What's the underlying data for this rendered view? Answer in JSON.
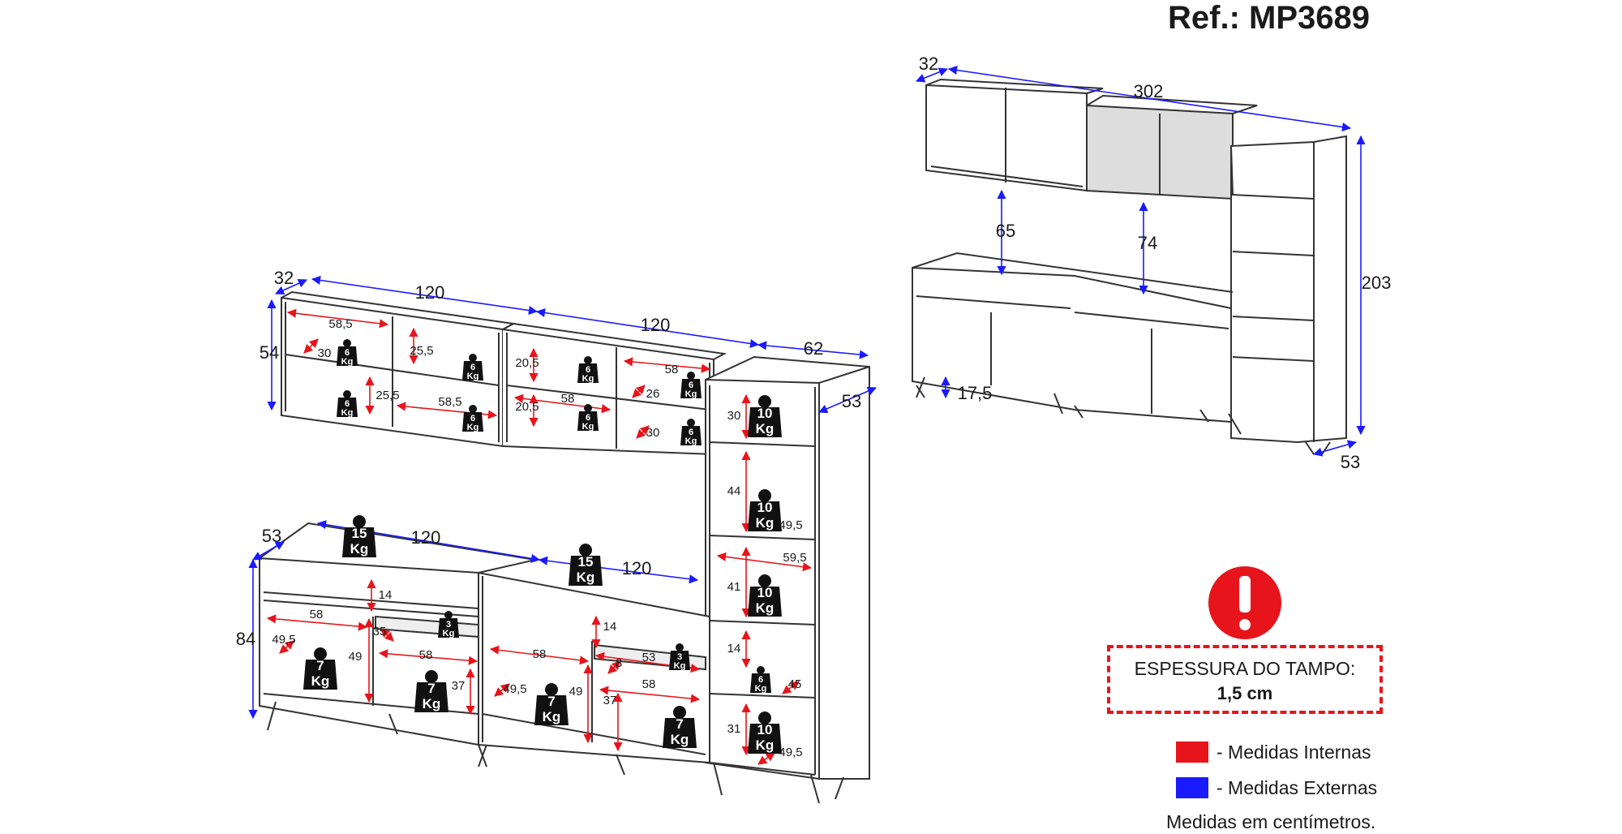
{
  "header": {
    "ref": "Ref.: MP3689"
  },
  "upper_left": {
    "depth": "32",
    "width_a": "120",
    "width_b": "120",
    "width_c": "62",
    "height": "54",
    "depth_tall": "53"
  },
  "upper_internal": {
    "w1": "58,5",
    "d1": "30",
    "h1": "25,5",
    "h2": "25,5",
    "w2": "58,5",
    "h3": "20,5",
    "h4": "20,5",
    "w3": "58",
    "w4": "58",
    "h5": "26",
    "d2": "30"
  },
  "lower": {
    "depth": "53",
    "width_a": "120",
    "width_b": "120",
    "height": "84"
  },
  "lower_internal": {
    "h_drawer_a": "14",
    "w_a1": "58",
    "w_drawer_a": "35",
    "d_a": "49,5",
    "h_a": "49",
    "w_a2": "58",
    "h_a2": "37",
    "w_b1": "58",
    "h_drawer_b": "14",
    "w_drawer_b": "53",
    "d_drawer_b": "8",
    "d_b": "49,5",
    "h_b": "49",
    "w_b2": "58",
    "h_b2": "37"
  },
  "tower_internal": {
    "h1": "30",
    "h2": "44",
    "d1": "49,5",
    "w1": "59,5",
    "h3": "41",
    "h4": "14",
    "d2": "45",
    "h5": "31",
    "d3": "49,5"
  },
  "weights": {
    "w6": "6",
    "w10": "10",
    "w15": "15",
    "w7": "7",
    "w3": "3",
    "unit": "Kg"
  },
  "overview": {
    "depth": "32",
    "width": "302",
    "height": "203",
    "gap_a": "65",
    "gap_b": "74",
    "feet": "17,5",
    "depth_base": "53"
  },
  "warning": {
    "line1": "ESPESSURA DO TAMPO:",
    "line2": "1,5 cm"
  },
  "legend": [
    {
      "label": "- Medidas Internas",
      "color": "#e8141b"
    },
    {
      "label": "- Medidas Externas",
      "color": "#1a1aff"
    }
  ],
  "note": "Medidas em centímetros."
}
